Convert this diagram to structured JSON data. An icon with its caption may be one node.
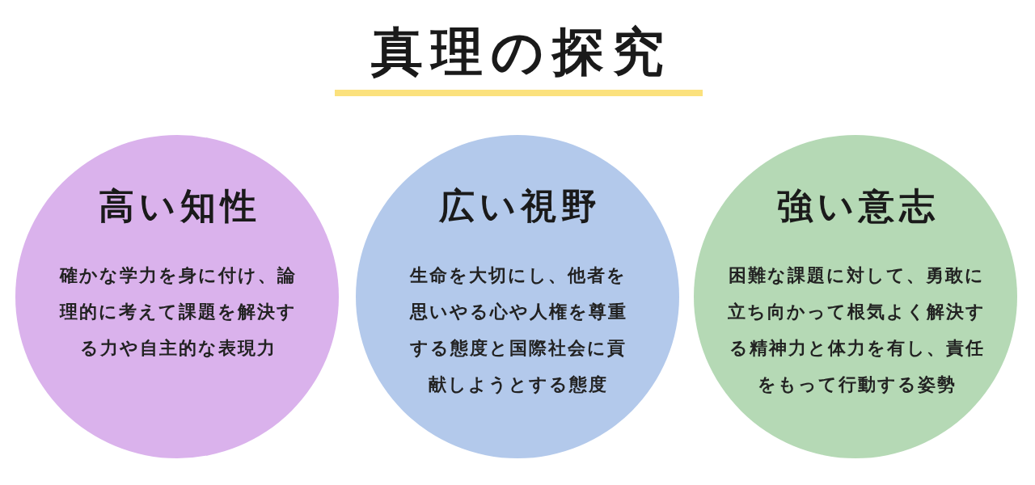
{
  "diagram": {
    "title": "真理の探究",
    "nodes": [
      {
        "text": [
          "高い知性",
          "確かな学力を身に付け、論理的に考えて課題を解決する力や自主的な表現力"
        ]
      },
      {
        "text": [
          "広い視野",
          "生命を大切にし、他者を思いやる心や人権を尊重する態度と国際社会に貢献しようとする態度"
        ]
      },
      {
        "text": [
          "強い意志",
          "困難な課題に対して、勇敢に立ち向かって根気よく解決する精神力と体力を有し、責任をもって行動する姿勢"
        ]
      }
    ]
  }
}
